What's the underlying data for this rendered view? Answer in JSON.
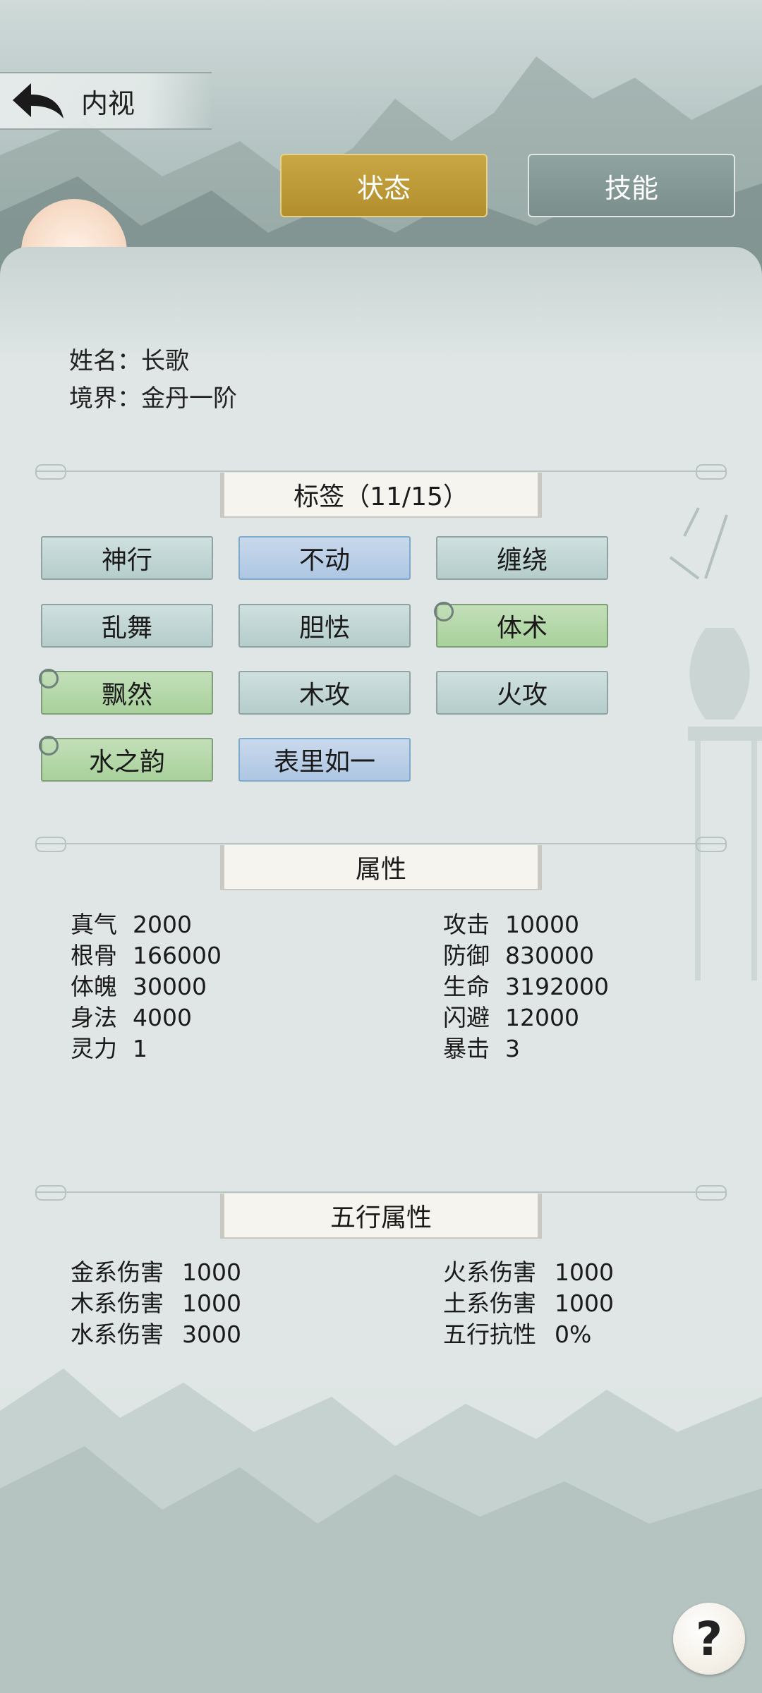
{
  "header": {
    "title": "内视",
    "back_icon": "back-arrow-icon"
  },
  "tabs": [
    {
      "label": "状态",
      "active": true,
      "color": "#b9982f"
    },
    {
      "label": "技能",
      "active": false,
      "color": "#86999a"
    }
  ],
  "profile": {
    "name_label": "姓名：长歌",
    "realm_label": "境界：金丹一阶"
  },
  "tags_section": {
    "title": "标签（11/15）",
    "tags": [
      {
        "label": "神行",
        "style": "teal"
      },
      {
        "label": "不动",
        "style": "blue"
      },
      {
        "label": "缠绕",
        "style": "teal"
      },
      {
        "label": "乱舞",
        "style": "teal"
      },
      {
        "label": "胆怯",
        "style": "teal"
      },
      {
        "label": "体术",
        "style": "green"
      },
      {
        "label": "飘然",
        "style": "green"
      },
      {
        "label": "木攻",
        "style": "teal"
      },
      {
        "label": "火攻",
        "style": "teal"
      },
      {
        "label": "水之韵",
        "style": "green"
      },
      {
        "label": "表里如一",
        "style": "blue"
      }
    ]
  },
  "attributes": {
    "title": "属性",
    "left": [
      {
        "key": "真气",
        "value": "2000"
      },
      {
        "key": "根骨",
        "value": "166000"
      },
      {
        "key": "体魄",
        "value": "30000"
      },
      {
        "key": "身法",
        "value": "4000"
      },
      {
        "key": "灵力",
        "value": "1"
      }
    ],
    "right": [
      {
        "key": "攻击",
        "value": "10000"
      },
      {
        "key": "防御",
        "value": "830000"
      },
      {
        "key": "生命",
        "value": "3192000"
      },
      {
        "key": "闪避",
        "value": "12000"
      },
      {
        "key": "暴击",
        "value": "3"
      }
    ]
  },
  "elements": {
    "title": "五行属性",
    "left": [
      {
        "key": "金系伤害",
        "value": "1000"
      },
      {
        "key": "木系伤害",
        "value": "1000"
      },
      {
        "key": "水系伤害",
        "value": "3000"
      }
    ],
    "right": [
      {
        "key": "火系伤害",
        "value": "1000"
      },
      {
        "key": "土系伤害",
        "value": "1000"
      },
      {
        "key": "五行抗性",
        "value": "0%"
      }
    ]
  },
  "help": {
    "label": "?",
    "icon": "help-icon"
  }
}
